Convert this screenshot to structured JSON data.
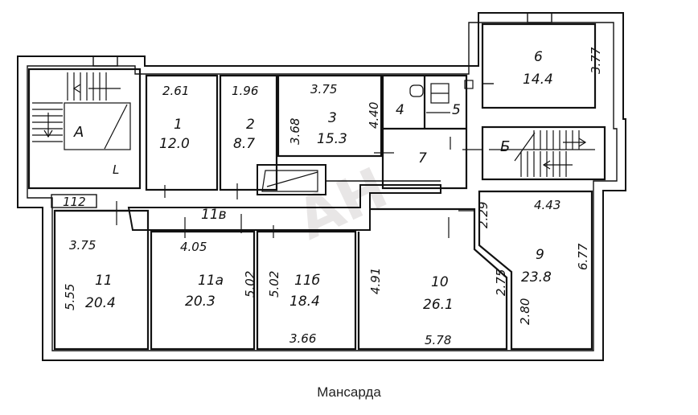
{
  "caption": "Мансарда",
  "watermark": "АН",
  "stairs": [
    {
      "letter": "А",
      "extra": "L"
    },
    {
      "letter": "Б"
    }
  ],
  "rooms": [
    {
      "id": "1",
      "area": "12.0",
      "dims": [
        "2.61"
      ]
    },
    {
      "id": "2",
      "area": "8.7",
      "dims": [
        "1.96"
      ]
    },
    {
      "id": "3",
      "area": "15.3",
      "dims": [
        "3.75",
        "3.68",
        "4.40"
      ]
    },
    {
      "id": "4"
    },
    {
      "id": "5"
    },
    {
      "id": "6",
      "area": "14.4",
      "dims": [
        "3.77"
      ]
    },
    {
      "id": "7"
    },
    {
      "id": "9",
      "area": "23.8",
      "dims": [
        "4.43",
        "2.29",
        "6.77",
        "2.80"
      ]
    },
    {
      "id": "10",
      "area": "26.1",
      "dims": [
        "4.91",
        "2.75",
        "5.78"
      ]
    },
    {
      "id": "11",
      "area": "20.4",
      "dims": [
        "3.75",
        "5.55"
      ]
    },
    {
      "id": "11а",
      "area": "20.3",
      "dims": [
        "4.05",
        "5.02"
      ]
    },
    {
      "id": "11б",
      "area": "18.4",
      "dims": [
        "5.02",
        "3.66"
      ]
    },
    {
      "id": "11в"
    },
    {
      "id": "112"
    }
  ]
}
